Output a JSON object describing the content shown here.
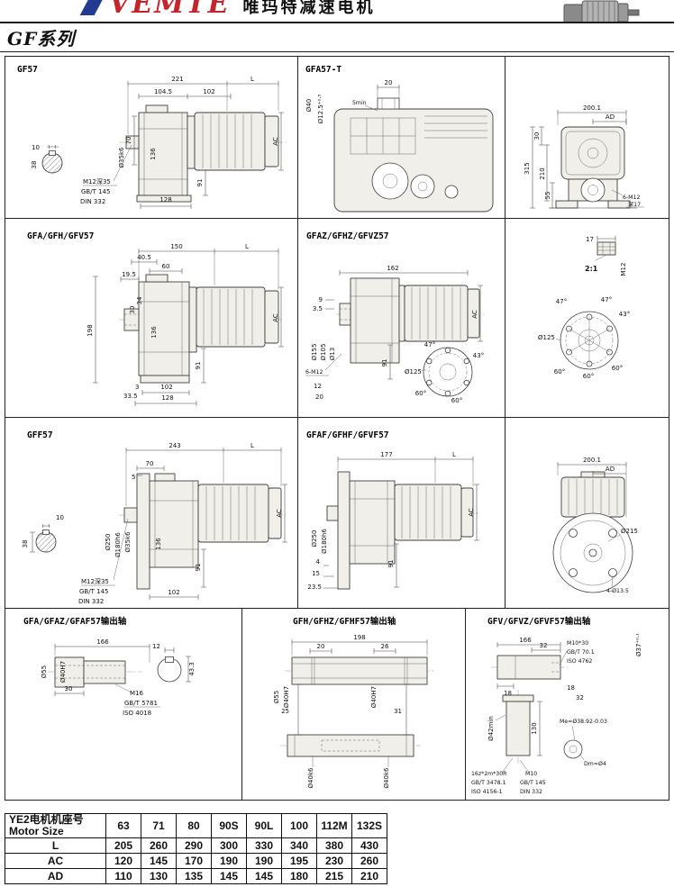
{
  "header": {
    "brand": "VEMTE",
    "brand_cn": "唯玛特减速电机",
    "series_title": "GF系列",
    "brand_red": "#c4242b",
    "brand_blue": "#223a8f"
  },
  "p1": {
    "title": "GF57",
    "d": {
      "w": "221",
      "L": "L",
      "a": "104.5",
      "b": "102",
      "c": "70",
      "shaft": "Ø35k6",
      "key": "10",
      "sq": "38",
      "h": "136",
      "v91": "91",
      "w128": "128",
      "ac": "AC",
      "tap": "M12深35",
      "gb": "GB/T 145",
      "din": "DIN 332"
    }
  },
  "p2": {
    "title": "GFA57-T",
    "d": {
      "a": "20",
      "b": "Ø40",
      "c": "Ø12.5⁺⁰·⁵",
      "min": "5min"
    }
  },
  "p3": {
    "d": {
      "w": "200.1",
      "ad": "AD",
      "a": "30",
      "b": "315",
      "c": "210",
      "e": "55",
      "bolt": "6-M12",
      "depth": "深17"
    }
  },
  "p4": {
    "title": "GFA/GFH/GFV57",
    "d": {
      "w": "150",
      "L": "L",
      "a": "40.5",
      "b": "60",
      "c": "19.5",
      "e": "34",
      "f": "30",
      "g": "198",
      "h": "136",
      "i": "3",
      "j": "33.5",
      "k": "102",
      "m": "128",
      "v91": "91",
      "ac": "AC"
    }
  },
  "p5": {
    "title": "GFAZ/GFHZ/GFVZ57",
    "d": {
      "w": "162",
      "a": "9",
      "b": "3.5",
      "c": "Ø155",
      "e": "Ø105",
      "f": "Ø13",
      "bolt": "6-M12",
      "g": "12",
      "h": "20",
      "v91": "91",
      "ac": "AC",
      "fd": "Ø125",
      "a47": "47°",
      "a43": "43°",
      "a60a": "60°",
      "a60b": "60°"
    }
  },
  "p6": {
    "d": {
      "a": "17",
      "scale": "2:1",
      "m12": "M12",
      "a47a": "47°",
      "a47b": "47°",
      "a43": "43°",
      "fd": "Ø125",
      "a60a": "60°",
      "a60b": "60°",
      "a60c": "60°"
    }
  },
  "p7": {
    "title": "GFF57",
    "d": {
      "w": "243",
      "L": "L",
      "a": "70",
      "b": "5",
      "key": "10",
      "sq": "38",
      "fl": "Ø250",
      "sp": "Ø180h6",
      "shaft": "Ø35k6",
      "tap": "M12深35",
      "gb": "GB/T 145",
      "din": "DIN 332",
      "h": "136",
      "v91": "91",
      "k": "102",
      "ac": "AC"
    }
  },
  "p8": {
    "title": "GFAF/GFHF/GFVF57",
    "d": {
      "w": "177",
      "L": "L",
      "fl": "Ø250",
      "sp": "Ø180h6",
      "a": "4",
      "b": "15",
      "c": "23.5",
      "v91": "91",
      "ac": "AC"
    }
  },
  "p9": {
    "d": {
      "w": "200.1",
      "ad": "AD",
      "fd": "Ø215",
      "holes": "4-Ø13.5"
    }
  },
  "p10": {
    "title": "GFA/GFAZ/GFAF57输出轴",
    "d": {
      "w": "166",
      "key": "12",
      "a": "30",
      "da": "Ø55",
      "db": "Ø40H7",
      "m16": "M16",
      "gb": "GB/T 5781",
      "iso": "ISO 4018",
      "kh": "43.3"
    }
  },
  "p11": {
    "title": "GFH/GFHZ/GFHF57输出轴",
    "d": {
      "w": "198",
      "a": "20",
      "b": "26",
      "da": "Ø55",
      "db": "Ø40H7",
      "dc": "Ø40H7",
      "e": "25",
      "f": "31",
      "k6a": "Ø40k6",
      "k6b": "Ø40k6"
    }
  },
  "p12": {
    "title": "GFV/GFVZ/GFVF57输出轴",
    "d": {
      "w": "166",
      "a": "32",
      "tap": "M10*30",
      "gb70": "GB/T 70.1",
      "iso": "ISO 4762",
      "e": "18",
      "f": "18",
      "g": "32",
      "dt": "Ø37⁺⁰·¹",
      "dmin": "Ø42min",
      "len": "130",
      "me": "Me=Ø38.92-0.03",
      "dm": "Dm=Ø4",
      "spline": "16z*2m*30R",
      "gb3478": "GB/T 3478.1",
      "iso4156": "ISO 4156-1",
      "m10": "M10",
      "gb145": "GB/T 145",
      "din": "DIN 332"
    }
  },
  "table": {
    "label_cn": "YE2电机机座号",
    "label_en": "Motor Size",
    "sizes": [
      "63",
      "71",
      "80",
      "90S",
      "90L",
      "100",
      "112M",
      "132S"
    ],
    "rows": [
      {
        "label": "L",
        "values": [
          "205",
          "260",
          "290",
          "300",
          "330",
          "340",
          "380",
          "430"
        ]
      },
      {
        "label": "AC",
        "values": [
          "120",
          "145",
          "170",
          "190",
          "190",
          "195",
          "230",
          "260"
        ]
      },
      {
        "label": "AD",
        "values": [
          "110",
          "130",
          "135",
          "145",
          "145",
          "180",
          "215",
          "210"
        ]
      }
    ]
  }
}
